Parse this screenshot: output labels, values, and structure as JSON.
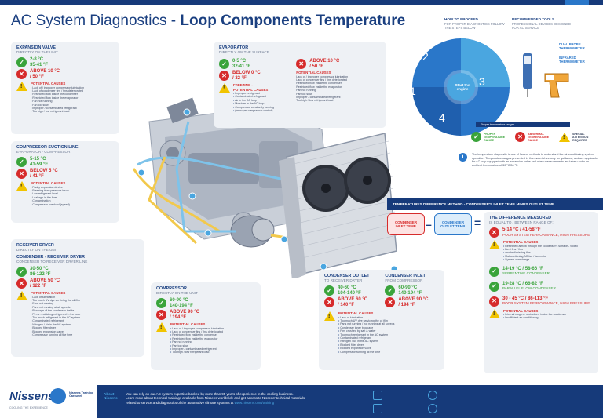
{
  "header": {
    "title_light": "AC System Diagnostics - ",
    "title_bold": "Loop Components Temperature"
  },
  "expansion_valve": {
    "title": "EXPANSION VALVE",
    "sub": "DIRECTLY ON THE UNIT",
    "ok": [
      "2-8 °C",
      "35-41 °F"
    ],
    "bad": [
      "ABOVE 10 °C",
      "/ 50 °F"
    ],
    "causes_head": "POTENTIAL CAUSES",
    "causes": [
      "Lack of / improper compressor lubrication",
      "Lack of condenser fins / fins deteriorated",
      "Restricted flow inside the condenser",
      "Restricted flow inside the evaporator",
      "Fan not running",
      "Fan too slow",
      "Improper / contaminated refrigerant",
      "Too high / low refrigerant load"
    ]
  },
  "evaporator": {
    "title": "EVAPORATOR",
    "sub": "DIRECTLY ON THE SURFACE",
    "ok": [
      "0-5 °C",
      "32-41 °F"
    ],
    "bad1": [
      "ABOVE 10 °C",
      "/ 50 °F"
    ],
    "bad2": [
      "BELOW 0 °C",
      "/ 32 °F"
    ],
    "freezing": "FREEZING -",
    "causes_head": "POTENTIAL CAUSES",
    "causes1": [
      "Lack of / improper compressor lubrication",
      "Lack of condenser fins / fins deteriorated",
      "Restricted flow inside the condenser",
      "Restricted flow inside the evaporator",
      "Fan not running",
      "Fan too slow",
      "Improper / contaminated refrigerant",
      "Too high / low refrigerant load"
    ],
    "causes2": [
      "Improper refrigerant",
      "Contaminated refrigerant",
      "Air in the AC loop",
      "Moisture in the AC loop",
      "Compressor constantly running",
      "(improper compressor control)"
    ]
  },
  "compressor_suction": {
    "title": "COMPRESSOR SUCTION LINE",
    "sub": "EVAPORATOR - COMPRESSOR",
    "ok": [
      "5-15 °C",
      "41-59 °F"
    ],
    "bad": [
      "BELOW 5 °C",
      "/ 41 °F"
    ],
    "causes_head": "POTENTIAL CAUSES",
    "causes": [
      "Faulty expansion device",
      "Freezing from pressure issue",
      "Low refrigerant level",
      "Leakage in the lines",
      "Contamination",
      "Compressor overload (speed)"
    ]
  },
  "receiver_drier": {
    "title": "RECEIVER DRYER",
    "sub": "DIRECTLY ON THE UNIT",
    "title2": "CONDENSER - RECEIVER DRYER",
    "sub2": "CONDENSER TO RECEIVER DRYER LINE",
    "ok": [
      "30-50 °C",
      "86-122 °F"
    ],
    "bad": [
      "ABOVE 50 °C",
      "/ 122 °F"
    ],
    "causes_head": "POTENTIAL CAUSES",
    "causes": [
      "Lack of lubrication",
      "Too much UV dye servicing the oil film",
      "Fans not running",
      "Fans not running at all speeds",
      "Blockage of the condenser inside",
      "Pin or restricting refrigerant in the loop",
      "Too much refrigerant in the AC system",
      "Contaminated refrigerant",
      "Nitrogen / Air in the AC system",
      "Blocked filter dryer",
      "Blocked expansion valve",
      "Compressor running all the time"
    ]
  },
  "compressor": {
    "title": "COMPRESSOR",
    "sub": "DIRECTLY ON THE UNIT",
    "ok": [
      "60-90 °C",
      "140-194 °F"
    ],
    "bad": [
      "ABOVE 90 °C",
      "/ 194 °F"
    ],
    "causes_head": "POTENTIAL CAUSES",
    "causes": [
      "Lack of / improper compressor lubrication",
      "Lack of condenser fins / fins deteriorated",
      "Restricted flow inside the condenser",
      "Restricted flow inside the evaporator",
      "Fan not running",
      "Fan too slow",
      "Improper / contaminated refrigerant",
      "Too high / low refrigerant load"
    ]
  },
  "condenser_outlet": {
    "title": "CONDENSER OUTLET",
    "sub": "TO RECEIVER DRYER",
    "ok": [
      "40-60 °C",
      "104-140 °F"
    ],
    "bad": [
      "ABOVE 60 °C",
      "/ 140 °F"
    ]
  },
  "condenser_inlet": {
    "title": "CONDENSER INLET",
    "sub": "FROM COMPRESSOR",
    "ok": [
      "60-90 °C",
      "140-194 °F"
    ],
    "bad": [
      "ABOVE 90 °C",
      "/ 194 °F"
    ]
  },
  "condenser_causes": {
    "head": "POTENTIAL CAUSES",
    "items": [
      "Lack of lubrication",
      "Too much UV dye servicing the oil film",
      "Fans not running / not running at all speeds",
      "Condenser inner blockage",
      "Fins crushed by salt & water",
      "Too much refrigerant in the AC system",
      "Contaminated refrigerant",
      "Nitrogen / Air in the AC system",
      "Blocked filter dryer",
      "Blocked expansion valve",
      "Compressor running all the time"
    ]
  },
  "howto": {
    "col1_head": "HOW TO PROCEED",
    "col1_sub": "FOR PROPER DIAGNOSTICS FOLLOW THE STEPS BELOW",
    "col2_head": "RECOMMENDED TOOLS",
    "col2_sub": "PROFESSIONAL DEVICES DESIGNED FOR AC SERVICE",
    "center": "Start the engine",
    "steps": [
      "1",
      "2",
      "3",
      "4"
    ],
    "tool1": "DUAL PROBE THERMOMETER",
    "tool2": "INFRARED THERMOMETER",
    "legend_label": "- Proper temperature ranges",
    "legend_ok": "PROPER TEMPERATURE RANGE",
    "legend_bad": "ABNORMAL TEMPERATURE RANGE",
    "legend_warn": "SPECIAL ATTENTION REQUIRED",
    "info": "The temperature diagnostic is one of fastest methods to understand the air conditioning system operation. Temperature ranges presented in this material are only for guidance, and are applicable for AC loop equipped with an expansion valve and when measurements are taken under an ambient temperature of 30 °C/86 °F."
  },
  "diff": {
    "banner": "TEMPERATURES DIFFERENCE METHOD - CONDENSER'S INLET TEMP. MINUS OUTLET TEMP.",
    "inlet_label": "CONDENSER INLET TEMP.",
    "outlet_label": "CONDENSER OUTLET TEMP.",
    "minus": "–",
    "equals": "=",
    "result_head": "THE DIFFERENCE MEASURED",
    "result_sub": "IS EQUAL TO / BETWEEN RANGE OF:",
    "r1": "5-14 °C / 41-58 °F",
    "r1_text": "POOR SYSTEM PERFORMANCE, HIGH PRESSURE",
    "causes_head": "POTENTIAL CAUSES",
    "causes1": [
      "Restricted airflow through the condenser's surface - voiled",
      "Bent fins / fins",
      "crushed/missing fins",
      "Malfunctioning AC fan / fan motor",
      "System overcharge"
    ],
    "r2": "14-19 °C / 58-66 °F",
    "r2_text": "SERPENTINE CONDENSER",
    "r3": "19-28 °C / 66-82 °F",
    "r3_text": "PARALLEL FLOW CONDENSER",
    "r4": "30 - 45 °C / 86-113 °F",
    "r4_text": "POOR SYSTEM PERFORMANCE, HIGH PRESSURE",
    "causes4": [
      "Internal clogs or restrictions inside the condenser",
      "Insufficient air conditioning"
    ]
  },
  "footer": {
    "brand": "Nissens",
    "tagline": "COOLING THE EXPERIENCE",
    "carousel": "Nissens Training Carousel",
    "about": "About Nissens",
    "text1": "You can rely on our AC system expertise backed by more than 95 years of experience in the cooling business.",
    "text2": "Learn more about technical trainings available from Nissens worldwide and get access to Nissens' technical materials",
    "text3": "related to service and diagnostics of the automotive climate systems at",
    "link": "www.nissens.com/training"
  },
  "colors": {
    "navy": "#163a7a",
    "ok": "#3aa43b",
    "bad": "#d62b2b",
    "warn": "#f1c400",
    "panel": "#eef1f5",
    "accent": "#2a77c9"
  }
}
